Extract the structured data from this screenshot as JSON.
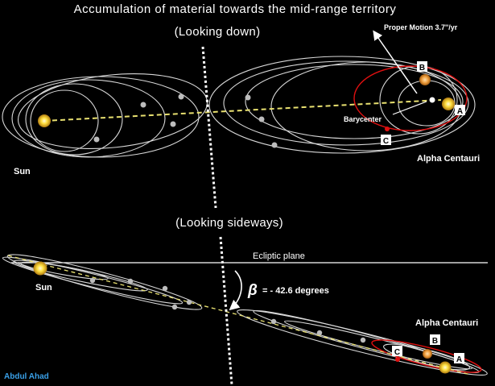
{
  "title": "Accumulation of material towards the mid-range territory",
  "top_view": {
    "heading": "(Looking down)",
    "sun_label": "Sun",
    "alpha_label": "Alpha Centauri",
    "proper_motion_label": "Proper Motion 3.7''/yr",
    "barycenter_label": "Barycenter",
    "star_a": "A",
    "star_b": "B",
    "star_c": "C"
  },
  "side_view": {
    "heading": "(Looking sideways)",
    "ecliptic_label": "Ecliptic plane",
    "beta_symbol": "β",
    "beta_value": "= - 42.6 degrees",
    "sun_label": "Sun",
    "alpha_label": "Alpha Centauri",
    "star_a": "A",
    "star_b": "B",
    "star_c": "C"
  },
  "credit": "Abdul Ahad",
  "colors": {
    "background": "#000000",
    "orbit": "#d8d8d8",
    "red_orbit": "#e01010",
    "axis_dash": "#e8e070",
    "sun": "#ffe040",
    "star_b": "#f0a040",
    "credit": "#3aa0e8"
  }
}
